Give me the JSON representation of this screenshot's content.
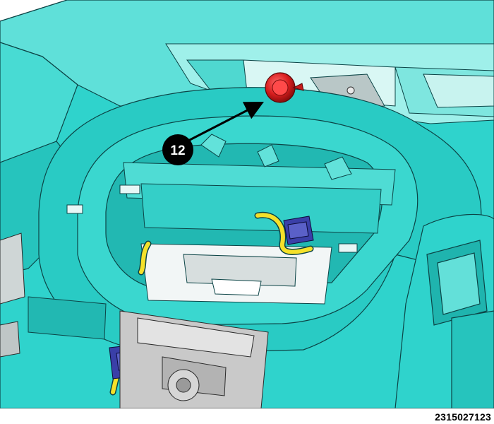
{
  "figure": {
    "callout_number": "12",
    "figure_id": "2315027123"
  },
  "colors": {
    "dash_body": "#2fd3cc",
    "dash_light": "#66e3dc",
    "dash_dark": "#1aa7a3",
    "outline": "#0c4446",
    "harness_yellow": "#f5e12a",
    "connector_blue": "#3a3fa8",
    "fastener_red": "#d81e1e",
    "callout_fill": "#000000",
    "callout_text": "#ffffff",
    "metal_gray": "#c9c9c9"
  },
  "icons": {
    "callout_marker": "numbered-callout-circle",
    "pointer": "arrow-pointer",
    "fastener": "push-pin-fastener-icon"
  }
}
